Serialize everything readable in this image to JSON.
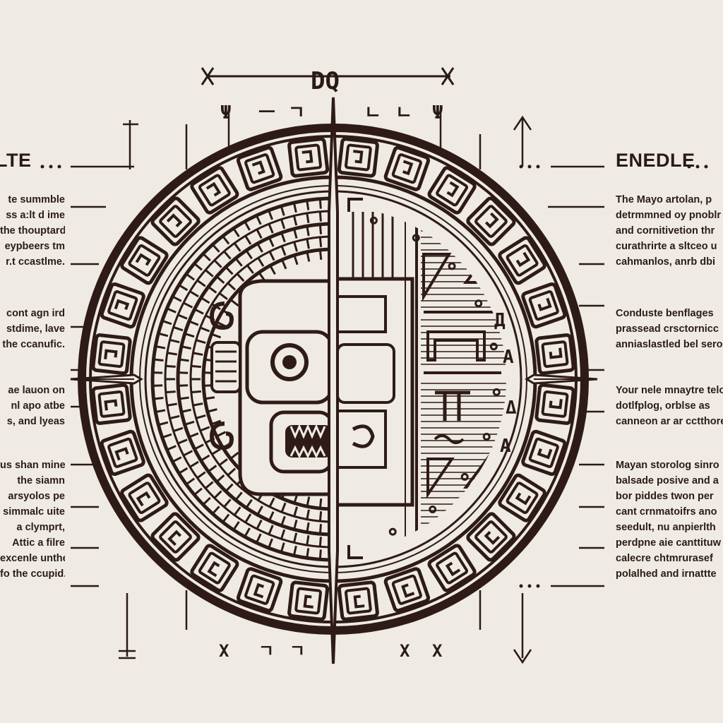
{
  "header_glyph": "DQ",
  "left_title": "LTE",
  "right_title": "ENEDLE",
  "left_paragraphs": [
    [
      "te summble",
      "ss a:lt d ime",
      "the thouptard",
      "eypbeers tm",
      "r.t ccastlme."
    ],
    [
      "cont agn ird",
      "stdime, lave",
      "the ccanufic."
    ],
    [
      "ae lauon on",
      "nl apo atbe",
      "s, and lyeas"
    ],
    [
      "us shan mine",
      "the siamn",
      "arsyolos pe",
      "simmalc uite",
      "a clymprt,",
      "Attic a filre",
      "excenle unthe",
      "fo the ccupid."
    ]
  ],
  "right_paragraphs": [
    [
      "The Mayo artolan, p",
      "detrmmned oy pnoblr",
      "and cornitivetion thr",
      "curathrirte a sltceo u",
      "cahmanlos, anrb dbi"
    ],
    [
      "Conduste benflages",
      "prassead crsctornicc",
      "anniaslastled bel sero"
    ],
    [
      "Your nele mnaytre telo",
      "dotlfplog, orblse as",
      "canneon ar ar cctthore"
    ],
    [
      "Mayan storolog sinro",
      "balsade posive and a",
      "bor piddes twon per",
      "cant crnmatoifrs ano",
      "seedult, nu anpierlth",
      "perdpne aie canttituw",
      "calecre chtmrurasef",
      "polalhed and irnattte"
    ]
  ],
  "ring_glyphs_top": [
    "Ψ",
    "ㅡ",
    "ㄱ",
    "ㄴ",
    "ㄴ",
    "Ψ"
  ],
  "ring_glyphs_bottom": [
    "X",
    "ㄱ",
    "ㄱ",
    "X",
    "X"
  ],
  "disc_letters": [
    "Д",
    "A",
    "Δ",
    "A"
  ],
  "colors": {
    "paper": "#efebe4",
    "ink": "#2a1a15",
    "ring_dark": "#2e1b17"
  }
}
